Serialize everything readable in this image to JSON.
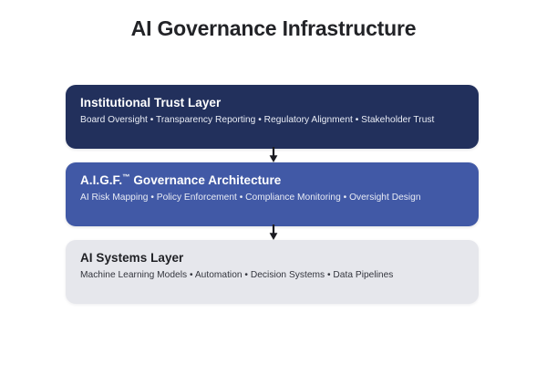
{
  "page": {
    "title": "AI Governance Infrastructure",
    "background_color": "#ffffff",
    "title_color": "#222327"
  },
  "layers": [
    {
      "id": "institutional-trust-layer",
      "title": "Institutional Trust Layer",
      "items_text": "Board Oversight • Transparency Reporting • Regulatory Alignment • Stakeholder Trust",
      "items": [
        "Board Oversight",
        "Transparency Reporting",
        "Regulatory Alignment",
        "Stakeholder Trust"
      ],
      "fill_color": "#22305c",
      "title_color": "#ffffff",
      "items_color": "#e9ecf5"
    },
    {
      "id": "aigf-governance-architecture",
      "title_prefix": "A.I.G.F.",
      "trademark": "™",
      "title_suffix": " Governance Architecture",
      "title": "A.I.G.F.™ Governance Architecture",
      "items_text": "AI Risk Mapping • Policy Enforcement • Compliance Monitoring • Oversight Design",
      "items": [
        "AI Risk Mapping",
        "Policy Enforcement",
        "Compliance Monitoring",
        "Oversight Design"
      ],
      "fill_color": "#4159a6",
      "title_color": "#ffffff",
      "items_color": "#e9ecf5"
    },
    {
      "id": "ai-systems-layer",
      "title": "AI Systems Layer",
      "items_text": "Machine Learning Models • Automation • Decision Systems • Data Pipelines",
      "items": [
        "Machine Learning Models",
        "Automation",
        "Decision Systems",
        "Data Pipelines"
      ],
      "fill_color": "#e6e7ec",
      "title_color": "#1f2024",
      "items_color": "#33353d"
    }
  ],
  "connectors": [
    {
      "id": "arrow-institutional-to-aigf",
      "icon": "arrow-down-icon",
      "direction": "down",
      "color": "#1c1c22",
      "from": "Institutional Trust Layer",
      "to": "A.I.G.F.™ Governance Architecture"
    },
    {
      "id": "arrow-aigf-to-systems",
      "icon": "arrow-down-icon",
      "direction": "down",
      "color": "#1c1c22",
      "from": "A.I.G.F.™ Governance Architecture",
      "to": "AI Systems Layer"
    }
  ]
}
